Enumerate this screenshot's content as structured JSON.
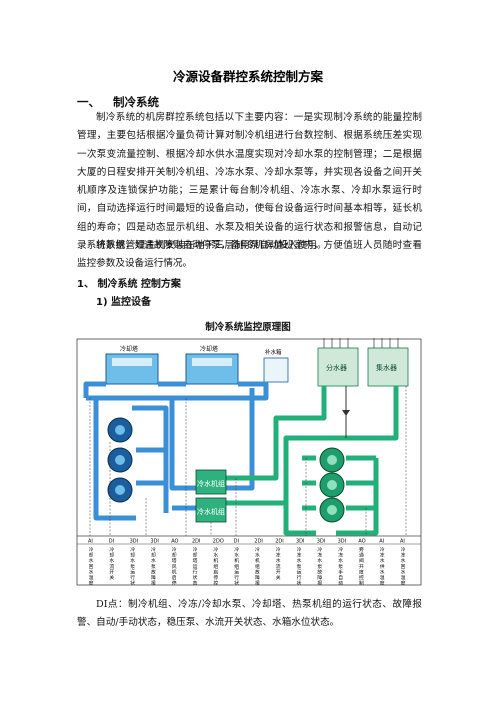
{
  "doc": {
    "title": "冷源设备群控系统控制方案",
    "section1": {
      "number": "一、",
      "title": "制冷系统"
    },
    "para1": "制冷系统的机房群控系统包括以下主要内容：一是实现制冷系统的能量控制管理，主要包括根据冷量负荷计算对制冷机组进行台数控制、根据系统压差实现一次泵变流量控制、根据冷却水供水温度实现对冷却水泵的控制管理；二是根据大厦的日程安排开关制冷机组、冷冻水泵、冷却水泵等，并实现各设备之间开关机顺序及连锁保护功能；三是累计每台制冷机组、冷冻水泵、冷却水泵运行时间，自动选择运行时间最短的设备启动，使每台设备运行时间基本相等，延长机组的寿命；四是动态显示机组、水泵及相关设备的运行状态和报警信息，自动记录系统数据，如遇故障则自动停泵，备用泵自动投入使用。",
    "para2": "将系统管理主机安装在地下三层制冷机房值班室内，方便值班人员随时查看监控参数及设备运行情况。",
    "sub1": "1、 制冷系统 控制方案",
    "sub2": "1) 监控设备",
    "diagram_title": "制冷系统监控原理图",
    "para3": "DI点：制冷机组、冷冻/冷却水泵、冷却塔、热泵机组的运行状态、故障报警、自动/手动状态，稳压泵、水流开关状态、水箱水位状态。"
  },
  "diagram": {
    "labels": {
      "tower1": "冷却塔",
      "tower2": "冷却塔",
      "tank": "补水箱",
      "divider": "分水器",
      "collector": "集水器",
      "chiller1": "冷水机组",
      "chiller2": "冷水机组"
    },
    "io_codes": [
      "AI",
      "DI",
      "3DI",
      "3DI",
      "AO",
      "2DI",
      "2DO",
      "DI",
      "2DI",
      "2DI",
      "3DI",
      "3DI",
      "3DI",
      "AO",
      "AI",
      "AI"
    ],
    "captions": [
      "冷却水回水温度",
      "冷却水流开关",
      "冷却水泵运行状态",
      "冷却水泵故障报警",
      "冷却塔风机启停",
      "冷却塔运行状态",
      "冷水机组启停控制",
      "冷水机组运行状态",
      "冷水机组故障报警",
      "冷冻水流开关",
      "冷冻水泵运行状态",
      "冷冻水泵故障报警",
      "冷冻水泵手自动",
      "旁通阀开度控制",
      "冷冻水供水温度",
      "冷冻水回水温度"
    ],
    "colors": {
      "cooling": "#3a8fd6",
      "chilled": "#22b07a",
      "equip": "#1a5e9e"
    }
  }
}
